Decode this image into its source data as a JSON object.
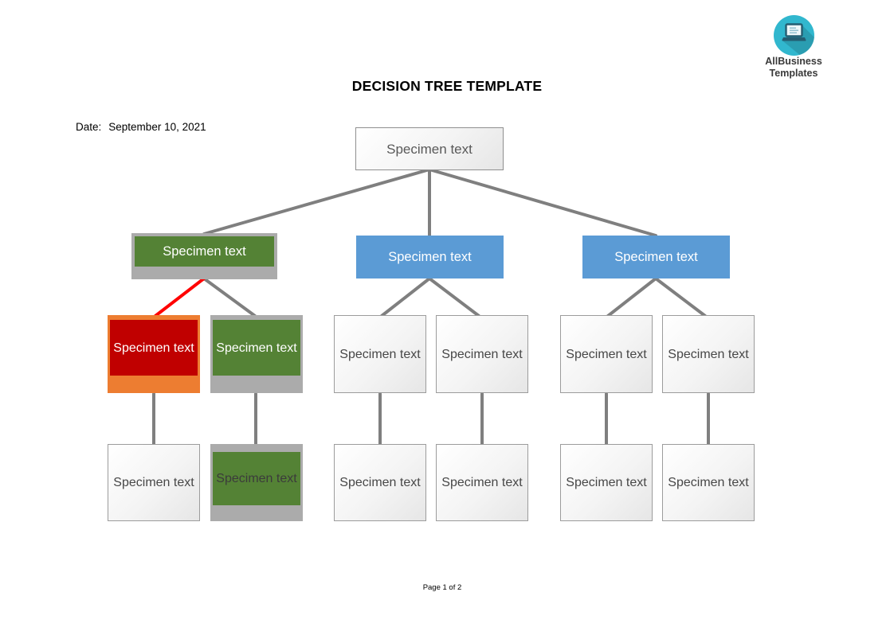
{
  "header": {
    "title": "DECISION TREE TEMPLATE"
  },
  "meta": {
    "date_label": "Date:",
    "date_value": "September 10, 2021"
  },
  "logo": {
    "line1": "AllBusiness",
    "line2": "Templates",
    "icon": "laptop-icon"
  },
  "footer": {
    "page_indicator": "Page 1 of 2"
  },
  "colors": {
    "blue": "#5B9BD5",
    "green": "#548235",
    "dark_red": "#C00000",
    "orange": "#ED7D31",
    "gray_band": "#ABABAB",
    "connector_gray": "#7F7F7F",
    "connector_red": "#FF0000",
    "logo_teal": "#31B7CE"
  },
  "tree": {
    "root": {
      "label": "Specimen text",
      "variant": "plain"
    },
    "level2": [
      {
        "label": "Specimen text",
        "variant": "green-framed"
      },
      {
        "label": "Specimen text",
        "variant": "blue"
      },
      {
        "label": "Specimen text",
        "variant": "blue"
      }
    ],
    "level3": [
      {
        "label": "Specimen text",
        "variant": "red-in-orange"
      },
      {
        "label": "Specimen text",
        "variant": "green-framed"
      },
      {
        "label": "Specimen text",
        "variant": "plain"
      },
      {
        "label": "Specimen text",
        "variant": "plain"
      },
      {
        "label": "Specimen text",
        "variant": "plain"
      },
      {
        "label": "Specimen text",
        "variant": "plain"
      }
    ],
    "level4": [
      {
        "label": "Specimen text",
        "variant": "plain"
      },
      {
        "label": "Specimen text",
        "variant": "green-framed-dark-text"
      },
      {
        "label": "Specimen text",
        "variant": "plain"
      },
      {
        "label": "Specimen text",
        "variant": "plain"
      },
      {
        "label": "Specimen text",
        "variant": "plain"
      },
      {
        "label": "Specimen text",
        "variant": "plain"
      }
    ]
  }
}
